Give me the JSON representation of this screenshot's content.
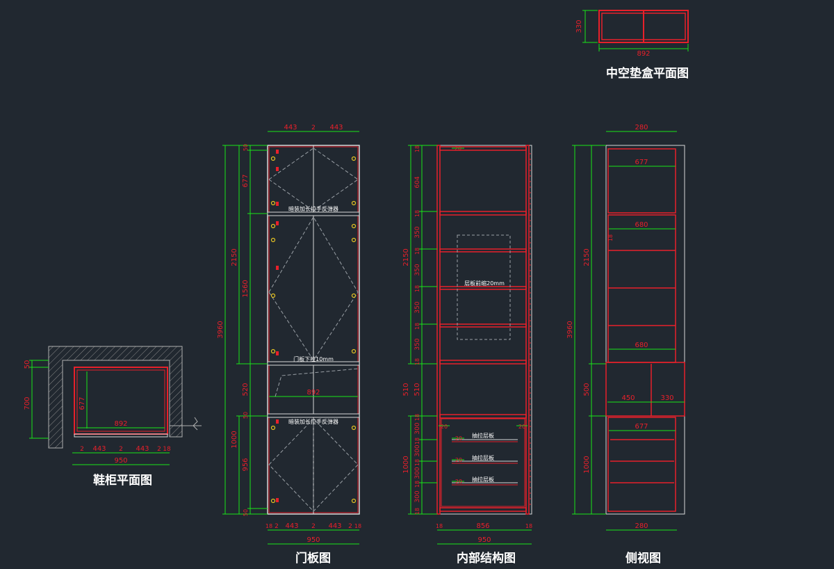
{
  "colors": {
    "background": "#212830",
    "cabinet": "#e8202a",
    "dimension": "#19e619",
    "outline": "#d8d8d8",
    "hidden_line": "#9aa0a6",
    "text": "#ffffff",
    "hatch": "#8a8a8a",
    "hinge": "#e6c422"
  },
  "titles": {
    "pad_plan": "中空垫盒平面图",
    "shoe_plan": "鞋柜平面图",
    "door": "门板图",
    "internal": "内部结构图",
    "side": "侧视图"
  },
  "pad_plan": {
    "height_dim": "330",
    "width_dim": "892"
  },
  "shoe_plan": {
    "left_dims": [
      "50",
      "700"
    ],
    "inner_depth": "677",
    "inner_width": "892",
    "bottom_row": [
      "2",
      "443",
      "2",
      "443",
      "2",
      "18"
    ],
    "total_width": "950"
  },
  "door": {
    "top_dims": [
      "443",
      "2",
      "443"
    ],
    "outer_total": "3960",
    "upper_total": "2150",
    "lower_total": "1000",
    "segments": [
      "50",
      "677",
      "1560",
      "520",
      "50",
      "956",
      "50"
    ],
    "note_upper": "暗装加长拉手反弹器",
    "note_mid": "门板下拉10mm",
    "note_lower": "暗装加长拉手反弹器",
    "opening_width": "892",
    "bottom_row": [
      "18",
      "2",
      "443",
      "2",
      "443",
      "2",
      "18"
    ],
    "total_width": "950"
  },
  "internal": {
    "top_dim": "20",
    "upper_total": "2150",
    "upper_segments": [
      "18",
      "604",
      "18",
      "350",
      "18",
      "350",
      "18",
      "350",
      "18",
      "350",
      "18"
    ],
    "mid_dim": "510",
    "lower_total": "1000",
    "lower_segments": [
      "18",
      "300",
      "18",
      "300",
      "18",
      "300",
      "18",
      "300",
      "18"
    ],
    "side_left_dim": "20",
    "side_right_dim": "20",
    "shelf_note": "层板前缩20mm",
    "drawer_label": "抽拉层板",
    "drawer_dim": "20",
    "bottom_row": [
      "18",
      "856",
      "18"
    ],
    "total_width": "950"
  },
  "side": {
    "top_width": "280",
    "outer_total": "3960",
    "upper_total": "2150",
    "mid_dim": "500",
    "lower_total": "1000",
    "inner_dims": [
      "677",
      "680",
      "680",
      "677"
    ],
    "left_note": "18",
    "split_dims": [
      "450",
      "330"
    ],
    "bottom_width": "280"
  }
}
